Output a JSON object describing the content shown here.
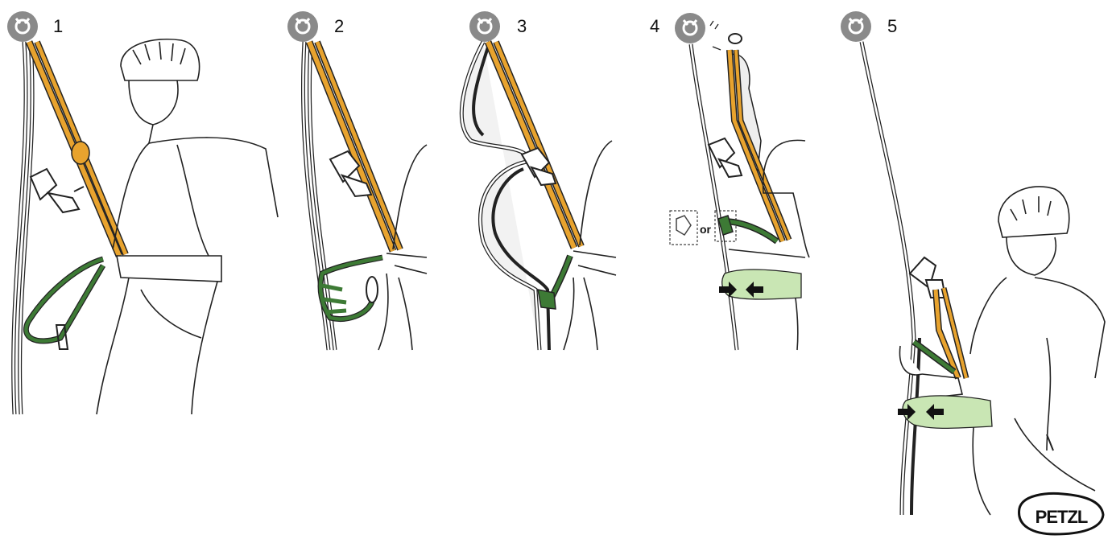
{
  "steps": [
    {
      "number": "1"
    },
    {
      "number": "2"
    },
    {
      "number": "3"
    },
    {
      "number": "4",
      "or_label": "or"
    },
    {
      "number": "5"
    }
  ],
  "logo": {
    "text": "PETZL"
  },
  "colors": {
    "sling": "#e8a32e",
    "lanyard": "#3d7a35",
    "hand_highlight": "#c9e6b4",
    "anchor_disc": "#8a8a8a",
    "line": "#222222"
  },
  "icons": [
    "anchor-disc-icon",
    "arrow-right-icon",
    "arrow-left-icon"
  ]
}
